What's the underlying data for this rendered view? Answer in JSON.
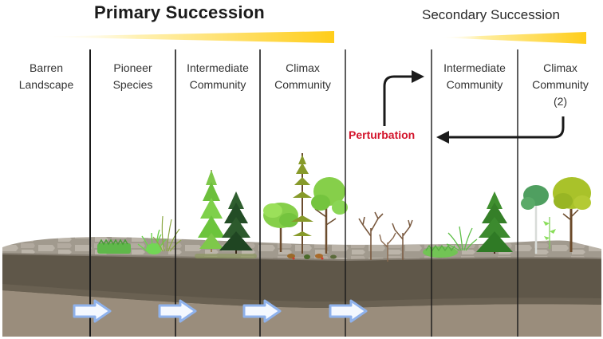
{
  "diagram": {
    "title_primary": "Primary Succession",
    "title_secondary": "Secondary Succession",
    "colors": {
      "gradient_bar_start": "#fffbe6",
      "gradient_bar_end": "#ffcd1a",
      "divider": "#1a1a1a",
      "perturbation_text": "#d3142b",
      "flow_arrow": "#1a1a1a",
      "rock_surface": "#9d958a",
      "rock_slab": "#b5ada2",
      "topsoil": "#5f5749",
      "subsoil": "#9a8d7c",
      "progress_arrow_fill": "#f4f8ff",
      "progress_arrow_stroke": "#8fb2ec"
    },
    "primary_stages": [
      {
        "id": "barren-landscape",
        "lines": [
          "Barren",
          "Landscape"
        ]
      },
      {
        "id": "pioneer-species",
        "lines": [
          "Pioneer",
          "Species"
        ]
      },
      {
        "id": "intermediate-community",
        "lines": [
          "Intermediate",
          "Community"
        ]
      },
      {
        "id": "climax-community",
        "lines": [
          "Climax",
          "Community"
        ]
      }
    ],
    "secondary_stages": [
      {
        "id": "secondary-intermediate-community",
        "lines": [
          "Intermediate",
          "Community"
        ]
      },
      {
        "id": "climax-community-2",
        "lines": [
          "Climax",
          "Community",
          "(2)"
        ]
      }
    ],
    "perturbation_label": "Perturbation",
    "flow_arrows": [
      {
        "name": "perturbation-to-intermediate-arrow",
        "from": "Perturbation",
        "to": "Intermediate Community"
      },
      {
        "name": "climax-2-to-perturbation-arrow",
        "from": "Climax Community (2)",
        "to": "Perturbation"
      }
    ],
    "progress_arrows": [
      {
        "name": "progress-arrow-1",
        "from": "Barren Landscape",
        "to": "Pioneer Species"
      },
      {
        "name": "progress-arrow-2",
        "from": "Pioneer Species",
        "to": "Intermediate Community"
      },
      {
        "name": "progress-arrow-3",
        "from": "Intermediate Community",
        "to": "Climax Community"
      },
      {
        "name": "progress-arrow-4",
        "from": "Climax Community",
        "to": "Perturbation"
      }
    ],
    "vegetation": [
      {
        "stage": "Pioneer Species",
        "items": [
          "moss",
          "grass",
          "grass"
        ]
      },
      {
        "stage": "Intermediate Community",
        "items": [
          "light-conifer",
          "dark-conifer"
        ]
      },
      {
        "stage": "Climax Community",
        "items": [
          "deciduous-tree",
          "tall-conifer",
          "deciduous-tree"
        ]
      },
      {
        "stage": "Perturbation",
        "items": [
          "bare-tree",
          "bare-tree",
          "bare-tree"
        ]
      },
      {
        "stage": "Intermediate Community (secondary)",
        "items": [
          "ground-cover",
          "grass",
          "conifer"
        ]
      },
      {
        "stage": "Climax Community (2)",
        "items": [
          "birch-tree",
          "sapling",
          "deciduous-tree"
        ]
      }
    ]
  }
}
